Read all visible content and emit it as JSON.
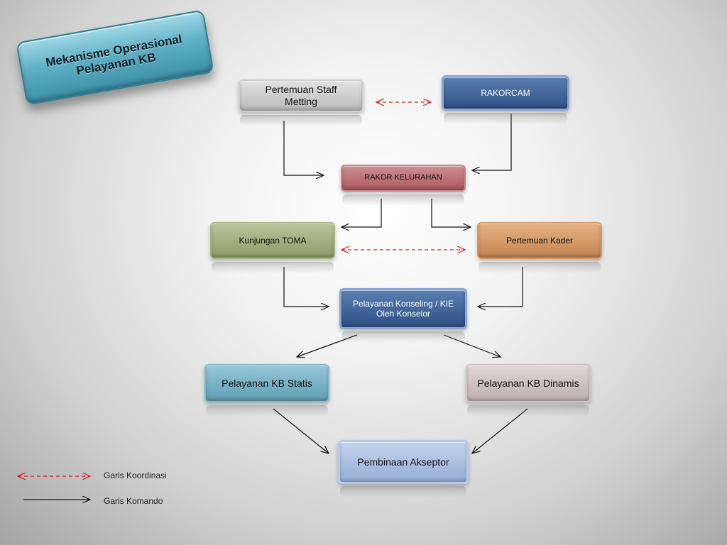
{
  "title": "Mekanisme Operasional\nPelayanan KB",
  "nodes": {
    "staff": "Pertemuan Staff\nMetting",
    "rakorcam": "RAKORCAM",
    "kelurahan": "RAKOR KELURAHAN",
    "toma": "Kunjungan TOMA",
    "kader": "Pertemuan Kader",
    "konseling": "Pelayanan Konseling / KIE\nOleh Konselor",
    "statis": "Pelayanan KB Statis",
    "dinamis": "Pelayanan KB Dinamis",
    "akseptor": "Pembinaan Akseptor"
  },
  "legend": {
    "koordinasi": "Garis Koordinasi",
    "komando": "Garis Komando"
  },
  "colors": {
    "koordinasi_line": "#e01b1b",
    "komando_line": "#111111"
  }
}
